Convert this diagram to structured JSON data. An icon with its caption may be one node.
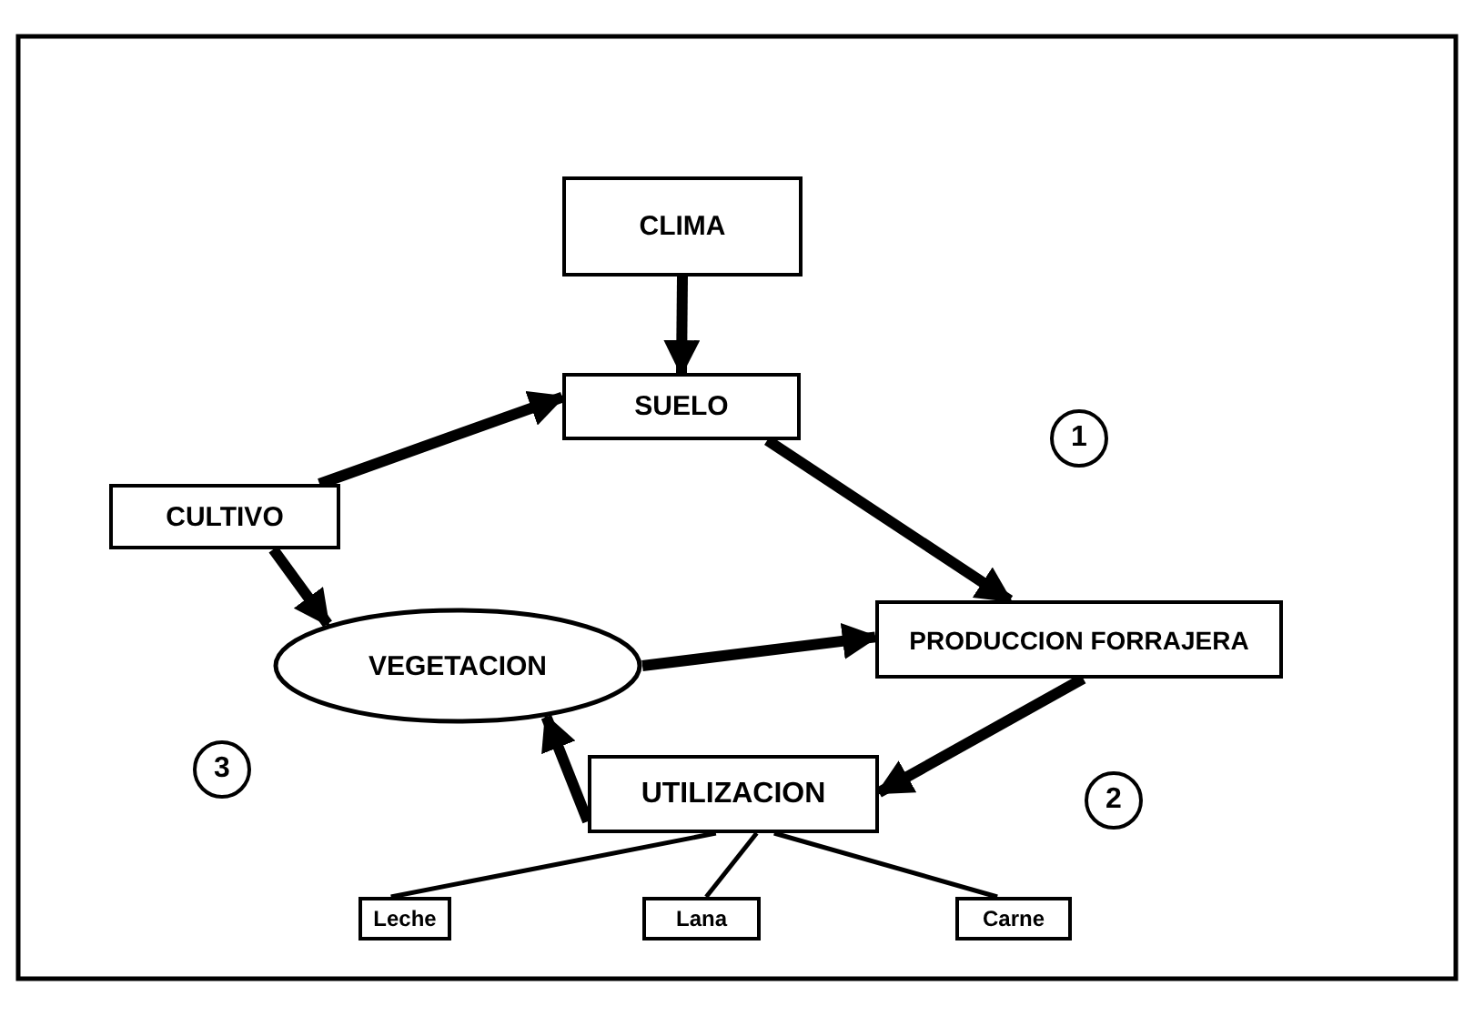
{
  "diagram": {
    "nodes": [
      {
        "text": [
          "CLIMA"
        ]
      },
      {
        "text": [
          "SUELO"
        ]
      },
      {
        "text": [
          "CULTIVO"
        ]
      },
      {
        "text": [
          "VEGETACION"
        ]
      },
      {
        "text": [
          "PRODUCCION FORRAJERA"
        ]
      },
      {
        "text": [
          "UTILIZACION"
        ]
      },
      {
        "text": [
          "Leche"
        ]
      },
      {
        "text": [
          "Lana"
        ]
      },
      {
        "text": [
          "Carne"
        ]
      }
    ],
    "edges": [
      {
        "from": 0,
        "to": 1,
        "arrow": "to"
      },
      {
        "from": 2,
        "to": 1,
        "arrow": "to"
      },
      {
        "from": 2,
        "to": 3,
        "arrow": "to"
      },
      {
        "from": 1,
        "to": 4,
        "arrow": "to"
      },
      {
        "from": 3,
        "to": 4,
        "arrow": "to"
      },
      {
        "from": 4,
        "to": 5,
        "arrow": "to"
      },
      {
        "from": 5,
        "to": 3,
        "arrow": "to"
      },
      {
        "from": 5,
        "to": 6,
        "arrow": "none"
      },
      {
        "from": 5,
        "to": 7,
        "arrow": "none"
      },
      {
        "from": 5,
        "to": 8,
        "arrow": "none"
      }
    ],
    "labels": [
      "1",
      "2",
      "3"
    ]
  }
}
